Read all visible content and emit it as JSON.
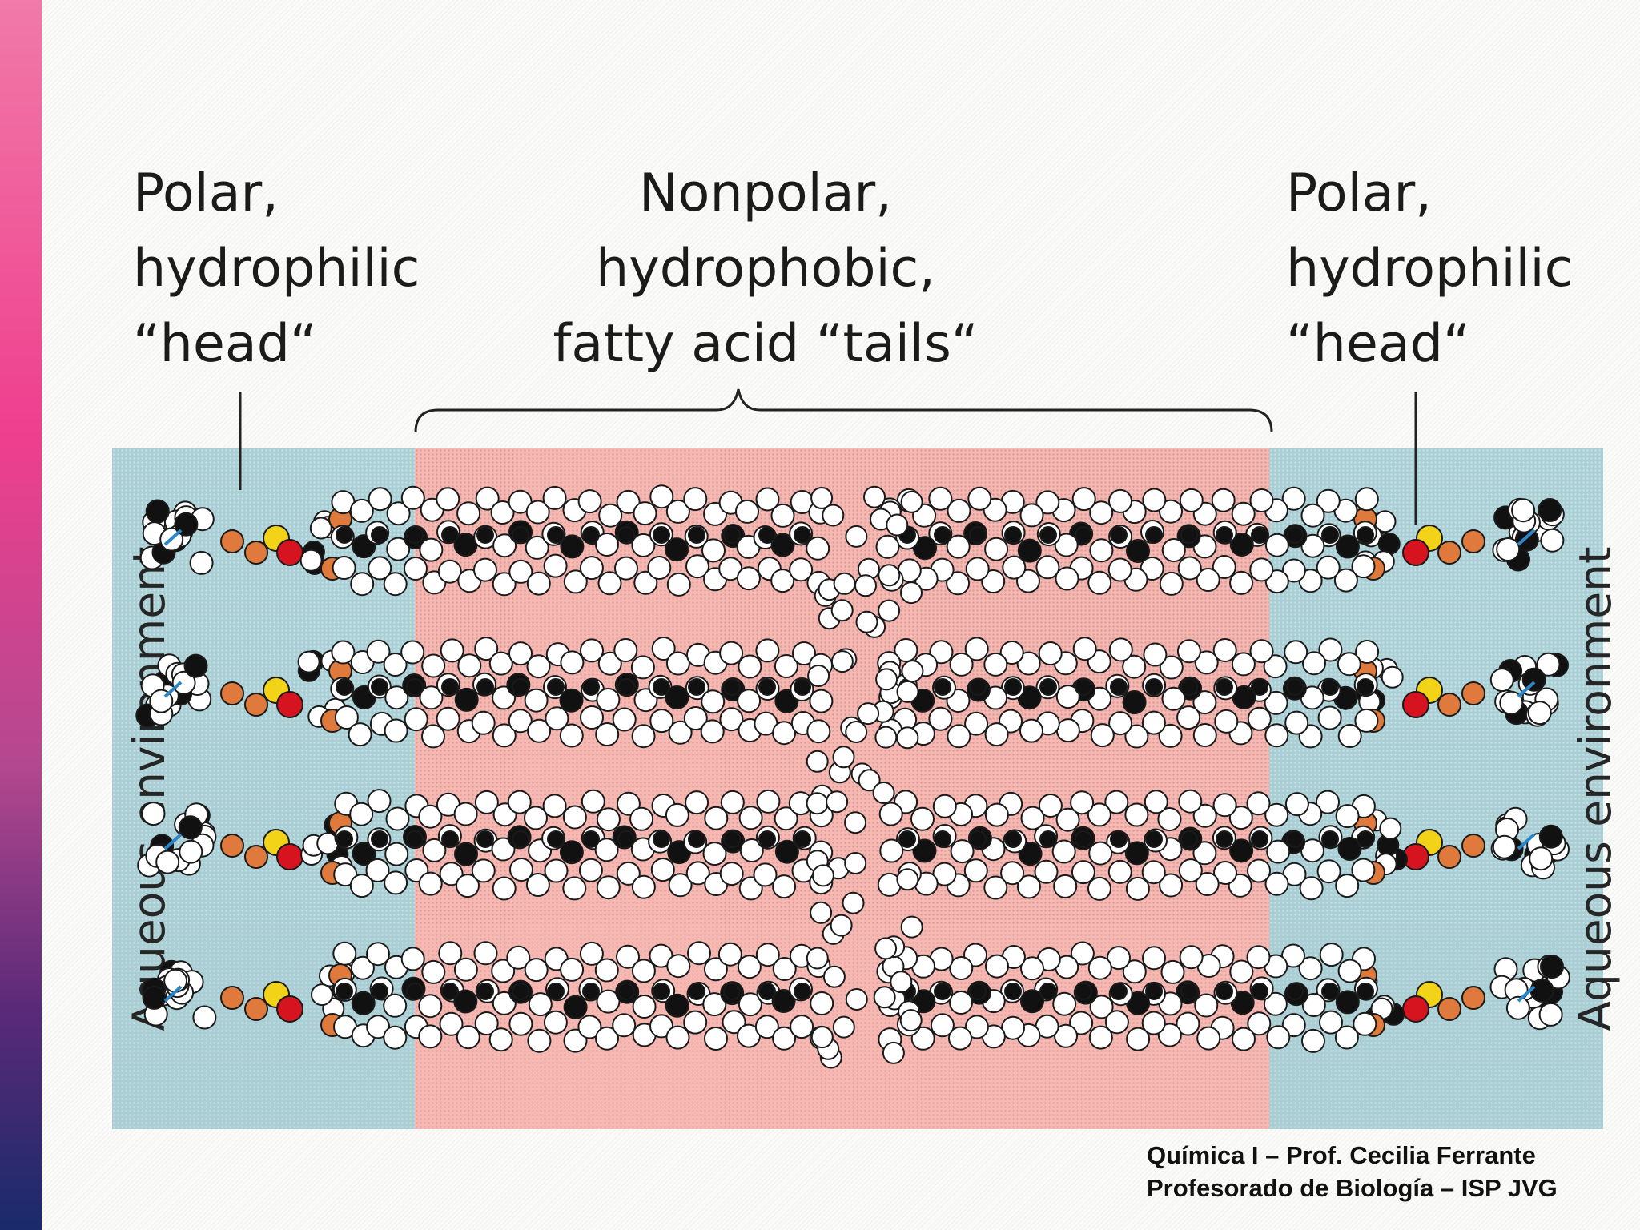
{
  "labels": {
    "left_head": [
      "Polar,",
      "hydrophilic",
      "“head“"
    ],
    "center_tails": [
      "Nonpolar,",
      "hydrophobic,",
      "fatty acid “tails“"
    ],
    "right_head": [
      "Polar,",
      "hydrophilic",
      "“head“"
    ],
    "aqueous_left": "Aqueous environment",
    "aqueous_right": "Aqueous environment"
  },
  "credit": {
    "line1": "Química I – Prof. Cecilia Ferrante",
    "line2": "Profesorado de Biología – ISP JVG"
  },
  "colors": {
    "aqueous_zone": "#a9cfd5",
    "hydrophobic_zone": "#f4b9b3",
    "hydrogen_atom": "#ffffff",
    "carbon_atom": "#111111",
    "oxygen_atom": "#d6141f",
    "phosphorus_atom": "#e07a3c",
    "sulfur_atom": "#f2d318",
    "nitrogen_bond": "#2a86c8",
    "side_bar_top": "#f07aa8",
    "side_bar_bottom": "#1a2a6b"
  },
  "icons": {
    "molecule": "space-filling-phospholipid-model",
    "brace": "curly-brace-over-tails"
  }
}
